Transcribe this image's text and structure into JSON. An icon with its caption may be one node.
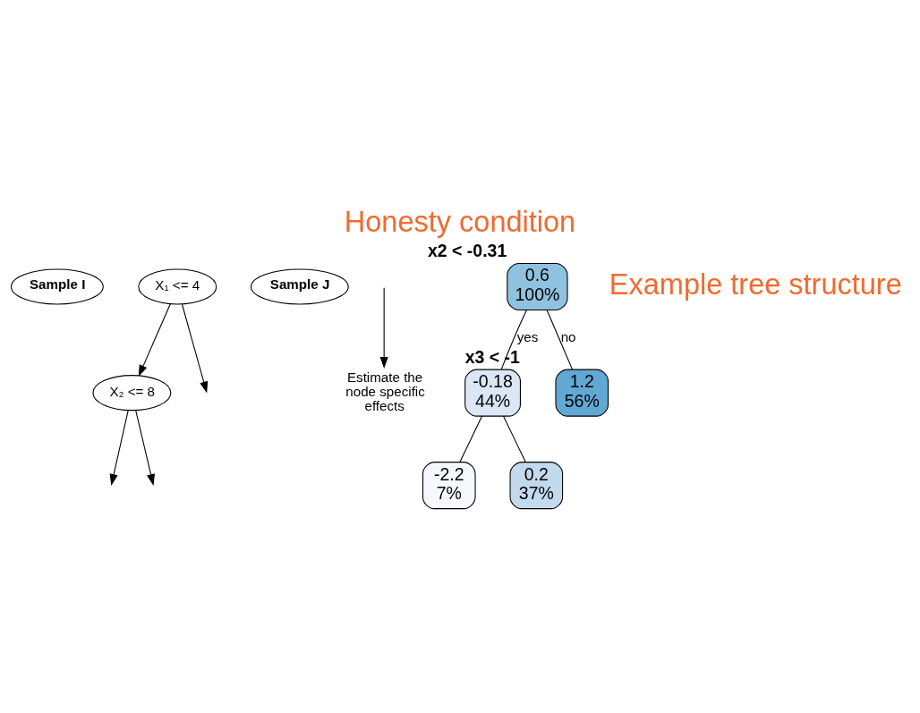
{
  "diagram": {
    "title": "Honesty condition",
    "nodes": [
      {
        "text": [
          "Sample I"
        ]
      },
      {
        "text": [
          "X₁ <= 4"
        ]
      },
      {
        "text": [
          "Sample J"
        ]
      },
      {
        "text": [
          "Estimate the node specific effects"
        ]
      },
      {
        "text": [
          "X₂ <= 8"
        ]
      },
      {
        "text": [
          "0.6 100%"
        ],
        "beside": [
          "x2 < -0.31"
        ]
      },
      {
        "text": [
          "-0.18 44%"
        ],
        "beside": [
          "x3 < -1"
        ]
      },
      {
        "text": [
          "-2.2 7%"
        ]
      },
      {
        "text": [
          "0.2 37%"
        ]
      },
      {
        "text": [
          "1.2 56%"
        ]
      }
    ],
    "edges": [
      {
        "from": 1,
        "to": 4,
        "arrow": "to"
      },
      {
        "from": 1,
        "to": null,
        "arrow": "to"
      },
      {
        "from": 4,
        "to": null,
        "arrow": "to"
      },
      {
        "from": 4,
        "to": null,
        "arrow": "to"
      },
      {
        "from": null,
        "to": 3,
        "arrow": "to"
      },
      {
        "from": 5,
        "to": 6,
        "arrow": "none",
        "label": "yes"
      },
      {
        "from": 5,
        "to": 9,
        "arrow": "none",
        "label": "no"
      },
      {
        "from": 6,
        "to": 7,
        "arrow": "none"
      },
      {
        "from": 6,
        "to": 8,
        "arrow": "none"
      }
    ],
    "labels": [
      "Example tree structure"
    ]
  }
}
